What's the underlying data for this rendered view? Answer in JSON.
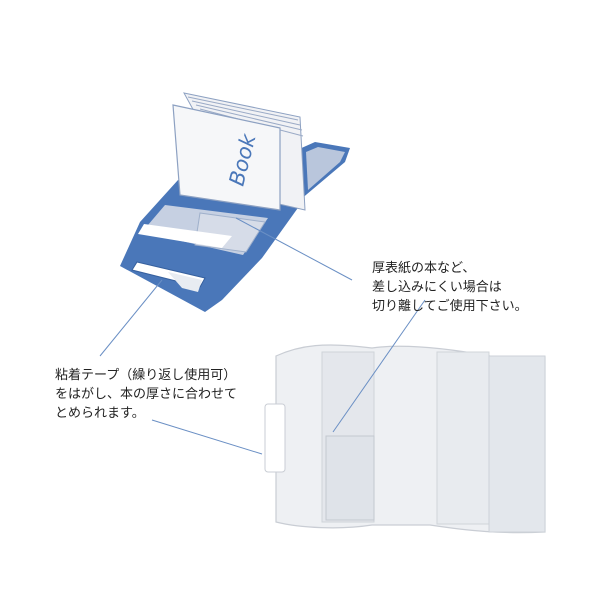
{
  "book_label": "Book",
  "callouts": {
    "thick_cover": {
      "lines": [
        "厚表紙の本など、",
        "差し込みにくい場合は",
        "切り離してご使用下さい。"
      ]
    },
    "adhesive_tape": {
      "lines": [
        "粘着テープ（繰り返し使用可）",
        "をはがし、本の厚さに合わせて",
        "とめられます。"
      ]
    }
  },
  "colors": {
    "cover_blue": "#4a77b9",
    "cover_blue_dark": "#36609e",
    "leader_line": "#6a8fc4",
    "film": "#eef0f3",
    "film_edge": "#c9cdd4"
  }
}
